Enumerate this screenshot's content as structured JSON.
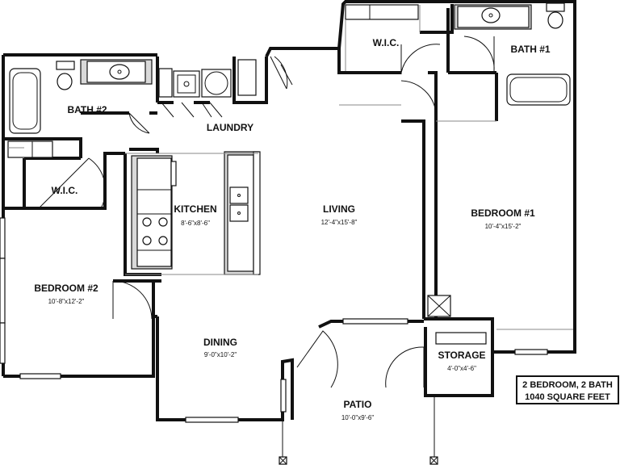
{
  "rooms": {
    "wic_top": {
      "name": "W.I.C."
    },
    "bath1": {
      "name": "BATH #1"
    },
    "bath2": {
      "name": "BATH #2"
    },
    "laundry": {
      "name": "LAUNDRY"
    },
    "wic_left": {
      "name": "W.I.C."
    },
    "kitchen": {
      "name": "KITCHEN",
      "dims": "8'-6\"x8'-6\""
    },
    "living": {
      "name": "LIVING",
      "dims": "12'-4\"x15'-8\""
    },
    "bedroom1": {
      "name": "BEDROOM #1",
      "dims": "10'-4\"x15'-2\""
    },
    "bedroom2": {
      "name": "BEDROOM #2",
      "dims": "10'-8\"x12'-2\""
    },
    "dining": {
      "name": "DINING",
      "dims": "9'-0\"x10'-2\""
    },
    "storage": {
      "name": "STORAGE",
      "dims": "4'-0\"x4'-6\""
    },
    "patio": {
      "name": "PATIO",
      "dims": "10'-0\"x9'-6\""
    }
  },
  "summary": {
    "line1": "2 BEDROOM, 2 BATH",
    "line2": "1040 SQUARE FEET"
  }
}
